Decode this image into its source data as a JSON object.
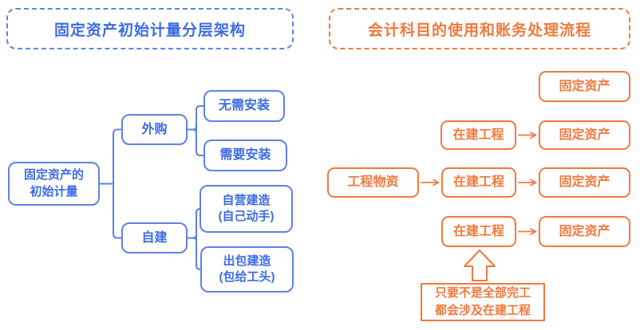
{
  "colors": {
    "blue_text": "#3d6ce4",
    "blue_border": "#6081e6",
    "orange": "#f0793d"
  },
  "left_panel": {
    "title": "固定资产初始计量分层架构",
    "root": "固定资产的\n初始计量",
    "branch_purchase": "外购",
    "branch_selfbuild": "自建",
    "leaf_no_install": "无需安装",
    "leaf_need_install": "需要安装",
    "leaf_self_construct": "自营建造\n(自己动手)",
    "leaf_outsourced": "出包建造\n(包给工头)"
  },
  "right_panel": {
    "title": "会计科目的使用和账务处理流程",
    "row1": {
      "fixed_asset": "固定资产"
    },
    "row2": {
      "cip": "在建工程",
      "fixed_asset": "固定资产"
    },
    "row3": {
      "materials": "工程物资",
      "cip": "在建工程",
      "fixed_asset": "固定资产"
    },
    "row4": {
      "cip": "在建工程",
      "fixed_asset": "固定资产"
    },
    "note": "只要不是全部完工\n都会涉及在建工程"
  }
}
